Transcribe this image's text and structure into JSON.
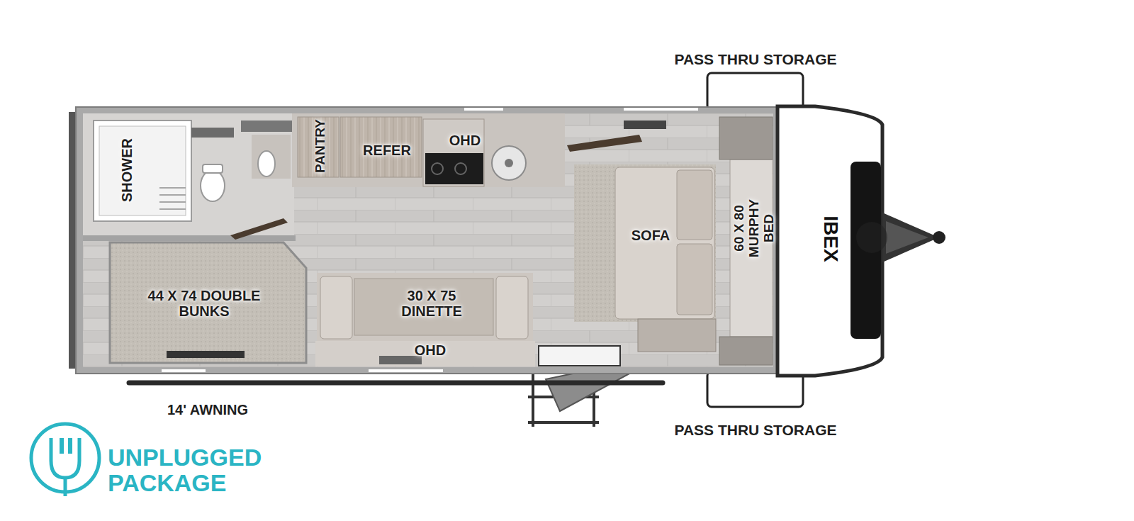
{
  "diagram": {
    "nodes": [
      {
        "text": [
          "SHOWER"
        ]
      },
      {
        "text": [
          "PANTRY"
        ]
      },
      {
        "text": [
          "REFER"
        ]
      },
      {
        "text": [
          "SOFA"
        ]
      },
      {
        "text": [
          "60 X 80 MURPHY BED"
        ]
      },
      {
        "text": [
          "44 X 74 DOUBLE BUNKS"
        ]
      },
      {
        "text": [
          "30 X 75 DINETTE"
        ]
      }
    ],
    "labels": [
      "PASS THRU STORAGE",
      "OHD",
      "IBEX",
      "OHD",
      "14' AWNING",
      "PASS THRU STORAGE",
      "UNPLUGGED",
      "PACKAGE"
    ]
  }
}
